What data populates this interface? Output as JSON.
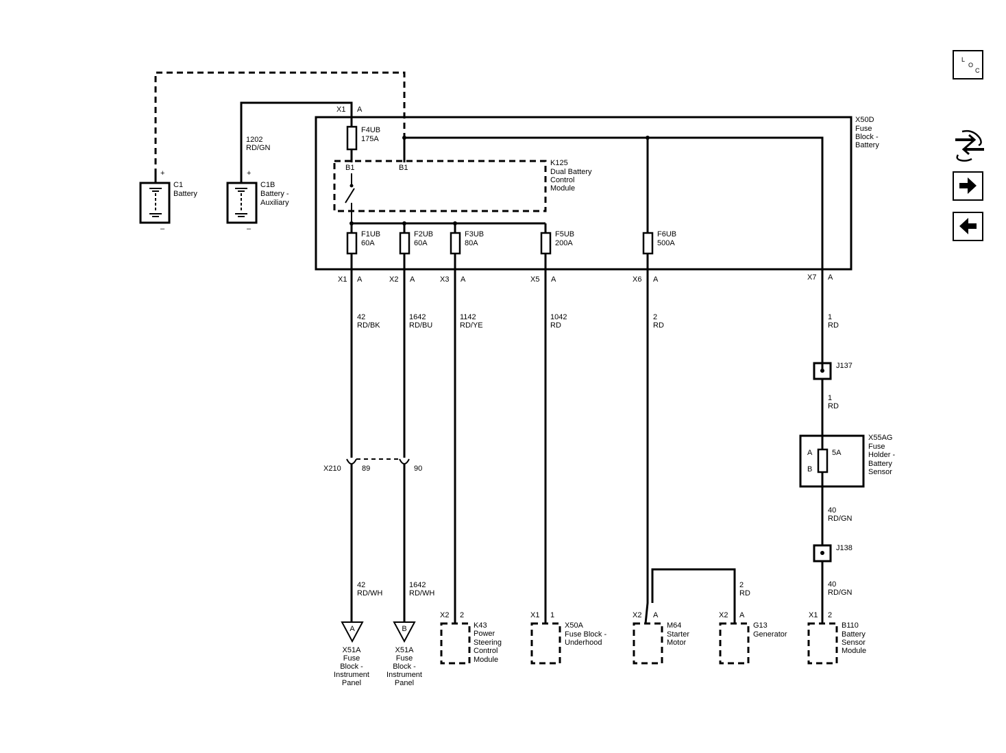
{
  "fuse_block": {
    "id": "X50D",
    "name": "Fuse Block - Battery",
    "lines": [
      "Fuse",
      "Block -",
      "Battery"
    ]
  },
  "top_connector": {
    "conn": "X1",
    "pin": "A"
  },
  "batteries": [
    {
      "id": "C1",
      "lines": [
        "Battery"
      ],
      "plus": "+",
      "minus": "–"
    },
    {
      "id": "C1B",
      "lines": [
        "Battery -",
        "Auxiliary"
      ],
      "plus": "+",
      "minus": "–"
    }
  ],
  "aux_wire": {
    "circuit": "1202",
    "color": "RD/GN"
  },
  "module_k125": {
    "id": "K125",
    "lines": [
      "Dual Battery",
      "Control",
      "Module"
    ],
    "pins": [
      "B1",
      "B1"
    ]
  },
  "fuses": [
    {
      "id": "F4UB",
      "rating": "175A"
    },
    {
      "id": "F1UB",
      "rating": "60A"
    },
    {
      "id": "F2UB",
      "rating": "60A"
    },
    {
      "id": "F3UB",
      "rating": "80A"
    },
    {
      "id": "F5UB",
      "rating": "200A"
    },
    {
      "id": "F6UB",
      "rating": "500A"
    }
  ],
  "outputs": [
    {
      "conn": "X1",
      "pin": "A",
      "circuit": "42",
      "color": "RD/BK"
    },
    {
      "conn": "X2",
      "pin": "A",
      "circuit": "1642",
      "color": "RD/BU"
    },
    {
      "conn": "X3",
      "pin": "A",
      "circuit": "1142",
      "color": "RD/YE"
    },
    {
      "conn": "X5",
      "pin": "A",
      "circuit": "1042",
      "color": "RD"
    },
    {
      "conn": "X6",
      "pin": "A",
      "circuit": "2",
      "color": "RD"
    },
    {
      "conn": "X7",
      "pin": "A",
      "circuit": "1",
      "color": "RD"
    }
  ],
  "inline_x210": {
    "id": "X210",
    "pins": [
      "89",
      "90"
    ]
  },
  "lower_wires": [
    {
      "circuit": "42",
      "color": "RD/WH"
    },
    {
      "circuit": "1642",
      "color": "RD/WH"
    }
  ],
  "splice_j137": {
    "id": "J137",
    "circuit": "1",
    "color": "RD"
  },
  "fuse_holder": {
    "id": "X55AG",
    "lines": [
      "Fuse",
      "Holder -",
      "Battery",
      "Sensor"
    ],
    "rating": "5A",
    "pin_a": "A",
    "pin_b": "B"
  },
  "wire_after_holder": {
    "circuit": "40",
    "color": "RD/GN"
  },
  "splice_j138": {
    "id": "J138",
    "circuit": "40",
    "color": "RD/GN"
  },
  "generator_wire": {
    "circuit": "2",
    "color": "RD"
  },
  "components": [
    {
      "id": "X51A",
      "ref": "A",
      "lines": [
        "Fuse",
        "Block -",
        "Instrument",
        "Panel"
      ]
    },
    {
      "id": "X51A",
      "ref": "B",
      "lines": [
        "Fuse",
        "Block -",
        "Instrument",
        "Panel"
      ]
    },
    {
      "id": "K43",
      "conn": "X2",
      "pin": "2",
      "lines": [
        "Power",
        "Steering",
        "Control",
        "Module"
      ]
    },
    {
      "id": "X50A",
      "conn": "X1",
      "pin": "1",
      "lines": [
        "Fuse Block -",
        "Underhood"
      ]
    },
    {
      "id": "M64",
      "conn": "X2",
      "pin": "A",
      "lines": [
        "Starter",
        "Motor"
      ]
    },
    {
      "id": "G13",
      "conn": "X2",
      "pin": "A",
      "lines": [
        "Generator"
      ]
    },
    {
      "id": "B110",
      "conn": "X1",
      "pin": "2",
      "lines": [
        "Battery",
        "Sensor",
        "Module"
      ]
    }
  ],
  "nav": {
    "loc": [
      "L",
      "O",
      "C"
    ],
    "swap_icon": "swap-arrows-icon",
    "next_icon": "arrow-right-icon",
    "prev_icon": "arrow-left-icon"
  }
}
